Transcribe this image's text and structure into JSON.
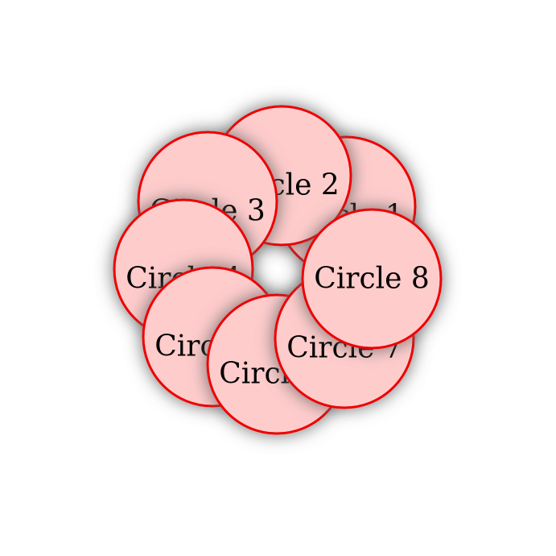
{
  "colors": {
    "fill": "#ffcccc",
    "stroke": "#ee0000",
    "text": "#000000",
    "shadow": "#666666",
    "background": "#ffffff"
  },
  "circles": [
    {
      "label": "Circle 1"
    },
    {
      "label": "Circle 2"
    },
    {
      "label": "Circle 3"
    },
    {
      "label": "Circle 4"
    },
    {
      "label": "Circle 5"
    },
    {
      "label": "Circle 6"
    },
    {
      "label": "Circle 7"
    },
    {
      "label": "Circle 8"
    }
  ]
}
